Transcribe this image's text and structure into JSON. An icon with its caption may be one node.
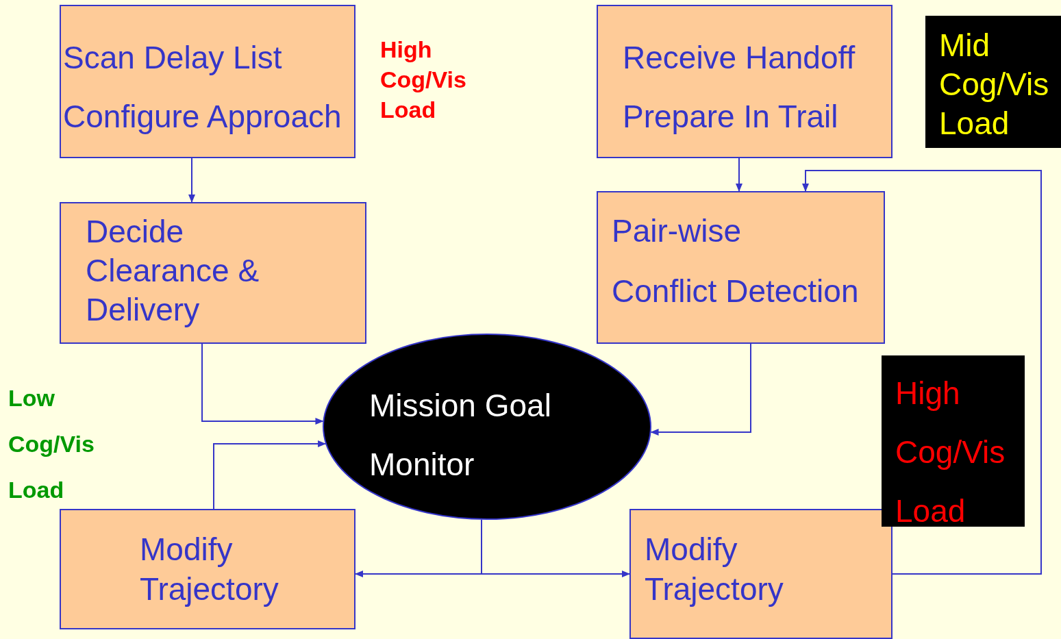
{
  "diagram": {
    "nodes": [
      {
        "text": [
          "Scan Delay List",
          "Configure Approach"
        ]
      },
      {
        "text": [
          "Decide Clearance & Delivery"
        ]
      },
      {
        "text": [
          "Receive Handoff",
          "Prepare In Trail"
        ]
      },
      {
        "text": [
          "Pair-wise",
          "Conflict Detection"
        ]
      },
      {
        "text": [
          "Mission Goal",
          "Monitor"
        ]
      },
      {
        "text": [
          "Modify Trajectory"
        ]
      },
      {
        "text": [
          "Modify Trajectory"
        ]
      },
      {
        "text": [
          "Mid Cog/Vis Load"
        ]
      },
      {
        "text": [
          "High Cog/Vis Load"
        ]
      }
    ],
    "edges": [
      {
        "from": 0,
        "to": 1,
        "arrow": "to"
      },
      {
        "from": 2,
        "to": 3,
        "arrow": "to"
      },
      {
        "from": 1,
        "to": 4,
        "arrow": "to"
      },
      {
        "from": 5,
        "to": 4,
        "arrow": "to"
      },
      {
        "from": 3,
        "to": 4,
        "arrow": "to"
      },
      {
        "from": 4,
        "to": 5,
        "arrow": "to"
      },
      {
        "from": 4,
        "to": 6,
        "arrow": "to"
      },
      {
        "from": 6,
        "to": 3,
        "arrow": "to"
      }
    ],
    "labels": [
      "High Cog/Vis Load",
      "Low Cog/Vis Load"
    ]
  }
}
